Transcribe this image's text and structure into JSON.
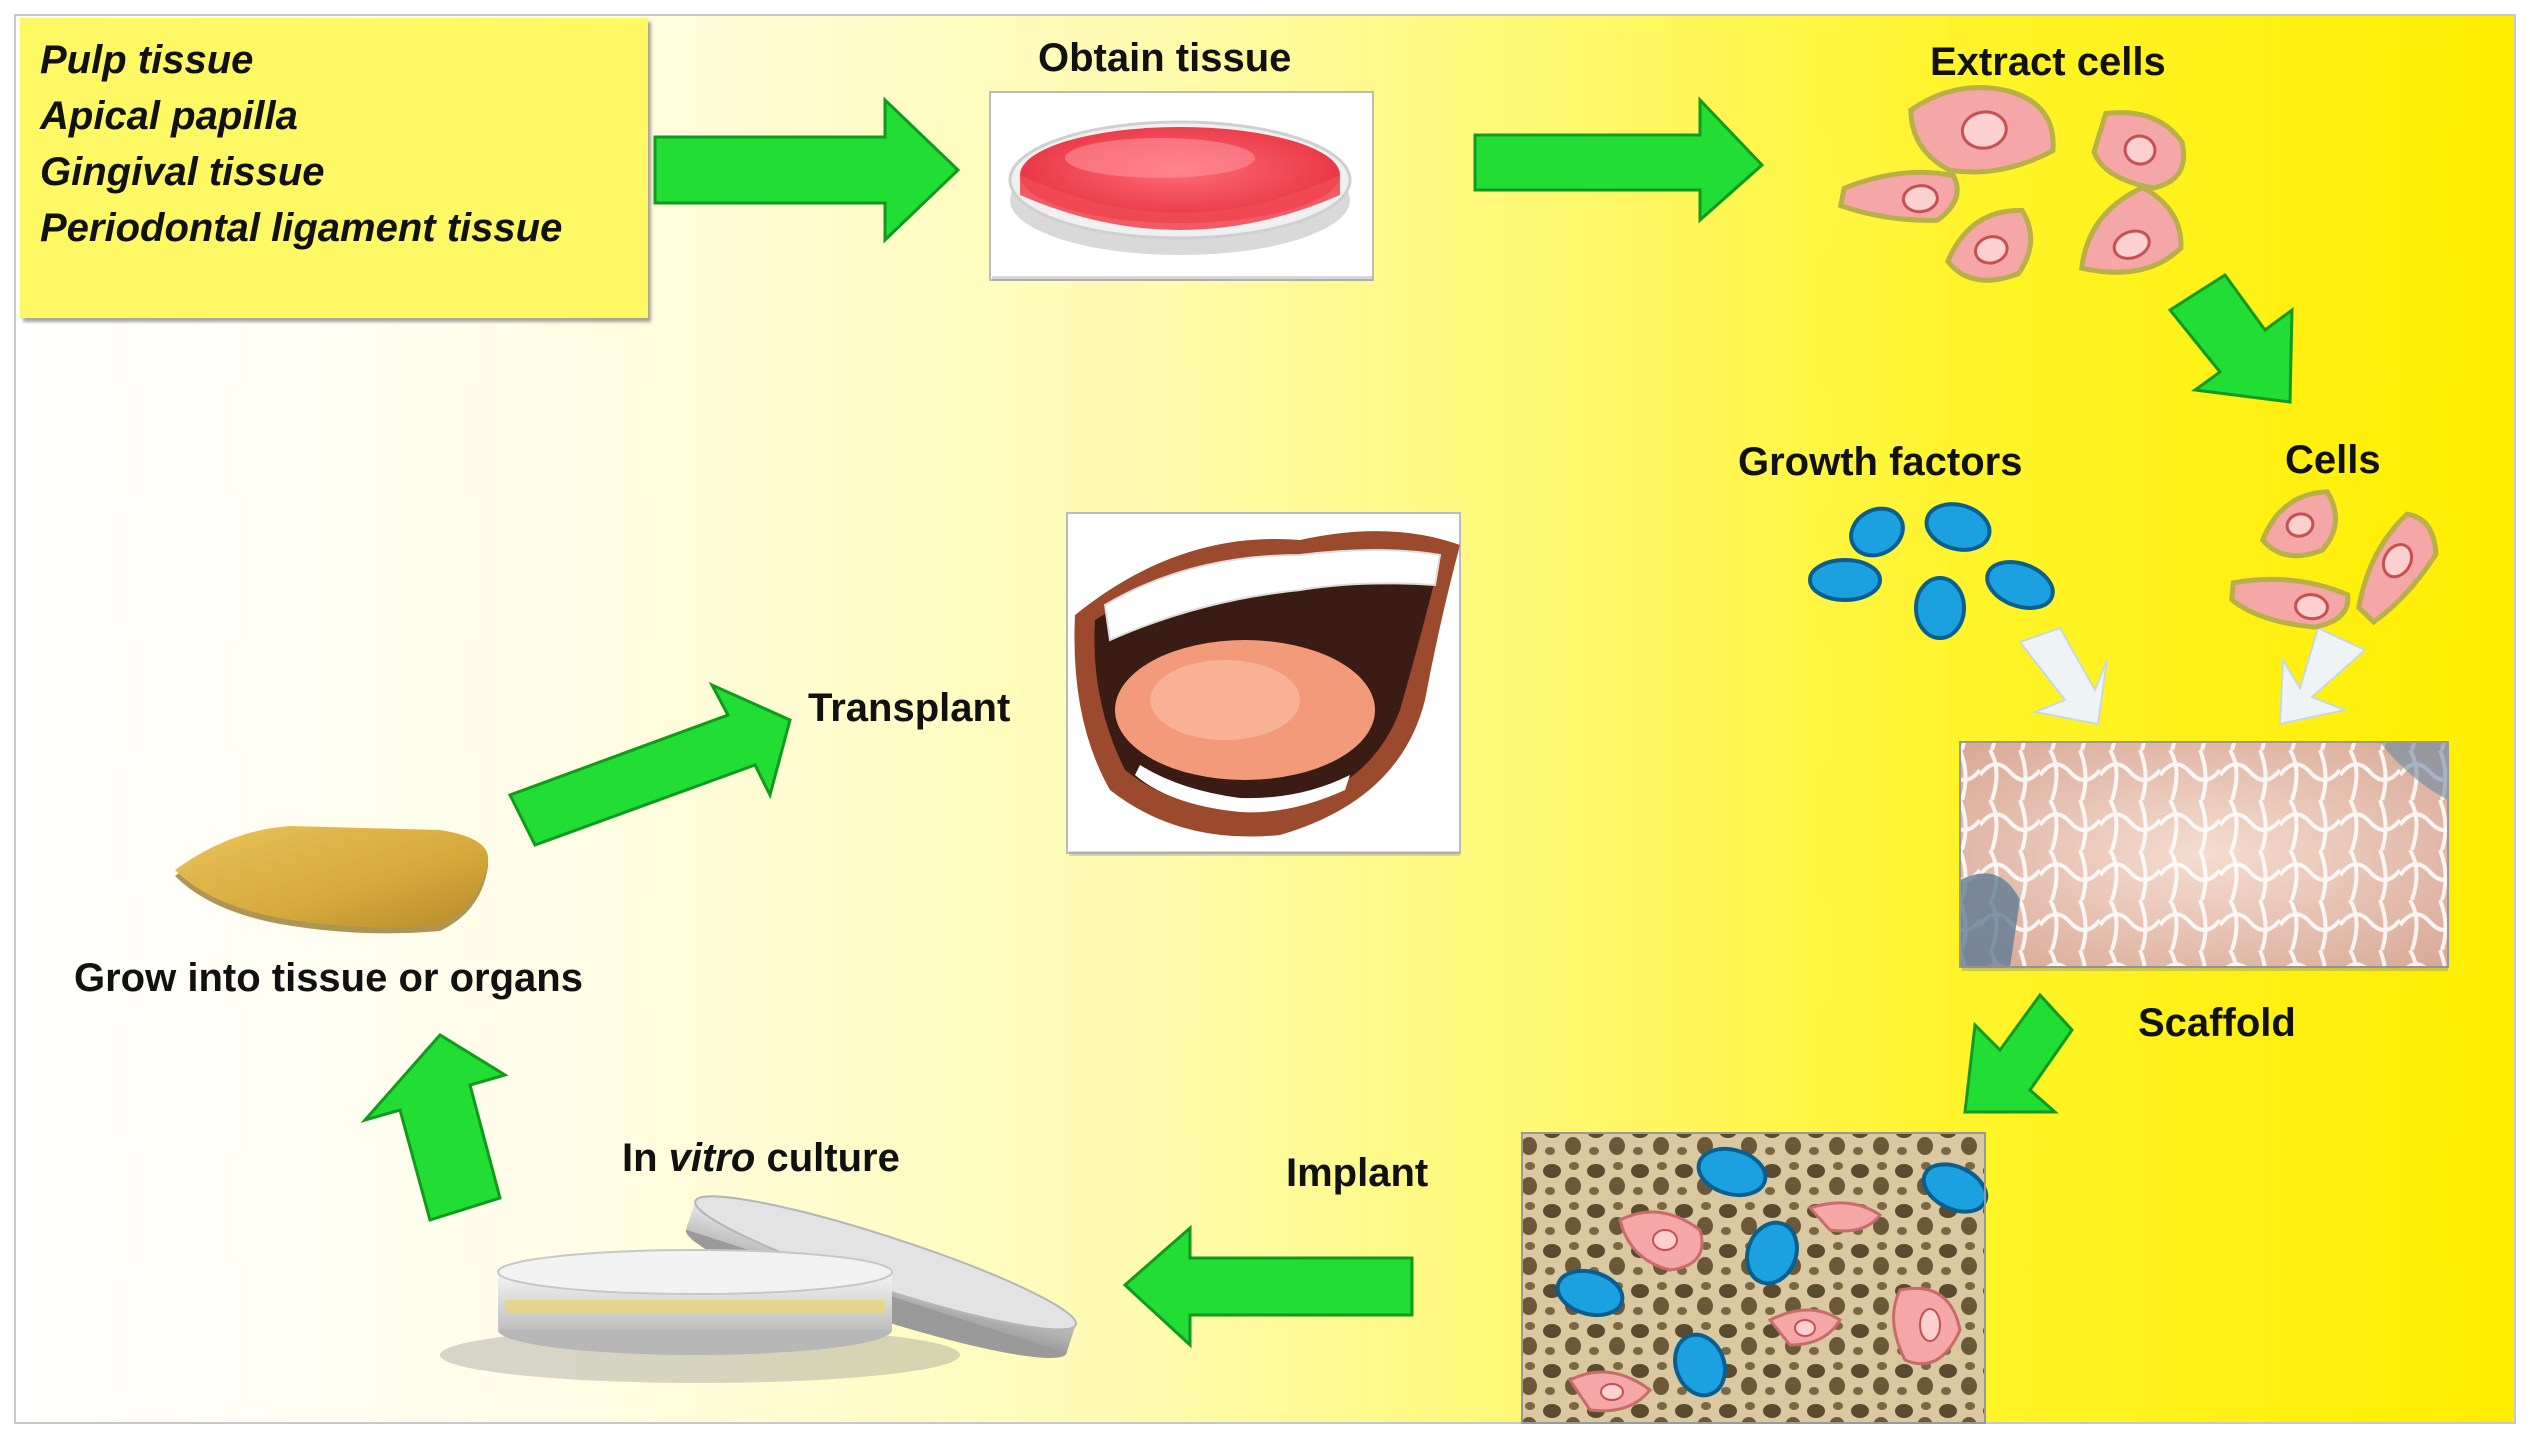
{
  "source_box": {
    "lines": [
      "Pulp tissue",
      "Apical papilla",
      "Gingival tissue",
      "Periodontal ligament tissue"
    ]
  },
  "steps": {
    "obtain": "Obtain tissue",
    "extract": "Extract cells",
    "growth_factors": "Growth factors",
    "cells": "Cells",
    "scaffold": "Scaffold",
    "implant": "Implant",
    "in_vitro_prefix": "In ",
    "in_vitro_italic": "vitro",
    "in_vitro_suffix": " culture",
    "grow": "Grow into tissue or organs",
    "transplant": "Transplant"
  },
  "colors": {
    "arrow_green": "#22dd33",
    "arrow_outline": "#109a1e",
    "white_arrow": "#eef4f6",
    "growth_factor_blue": "#1ba0e0",
    "cell_pink": "#f4a7a6",
    "box_yellow": "#fef865"
  }
}
